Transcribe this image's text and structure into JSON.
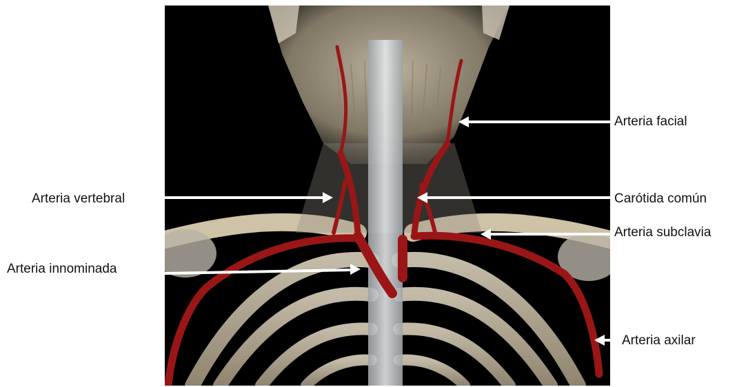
{
  "labels": {
    "facial": "Arteria facial",
    "vertebral": "Arteria vertebral",
    "carotida": "Carótida común",
    "subclavia": "Arteria subclavia",
    "innominada": "Arteria innominada",
    "axilar": "Arteria axilar"
  },
  "colors": {
    "background": "#000000",
    "bone": "#d8cdb6",
    "artery": "#9a1616",
    "spine": "#c9cdd0",
    "arrow": "#ffffff"
  }
}
